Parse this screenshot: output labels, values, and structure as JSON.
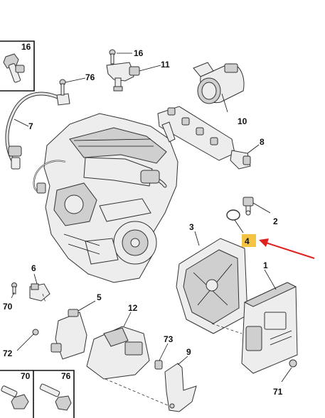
{
  "callouts": {
    "c1": "1",
    "c2": "2",
    "c3": "3",
    "c4": "4",
    "c5": "5",
    "c6": "6",
    "c7": "7",
    "c8": "8",
    "c9": "9",
    "c10": "10",
    "c11": "11",
    "c12": "12",
    "c16a": "16",
    "c16b": "16",
    "c70": "70",
    "c71": "71",
    "c72": "72",
    "c73": "73",
    "c76": "76"
  },
  "insets": {
    "top_left": "16",
    "bottom_left": "70",
    "bottom_right": "76"
  },
  "colors": {
    "highlight": "#f5c342",
    "arrow": "#e0201c"
  }
}
